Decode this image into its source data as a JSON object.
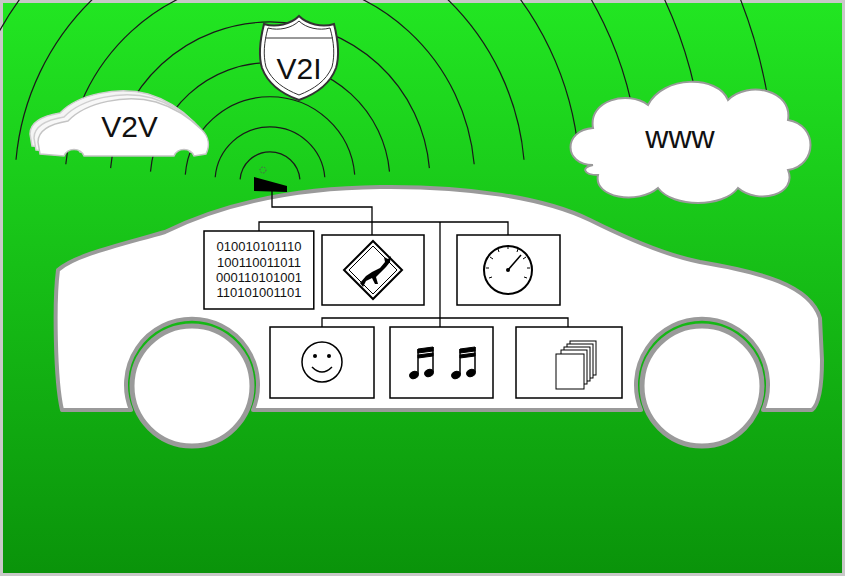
{
  "diagram": {
    "nodes": [
      {
        "text": [
          "V2V"
        ]
      },
      {
        "text": [
          "V2I"
        ]
      },
      {
        "text": [
          "www"
        ]
      },
      {
        "text": [
          "010010101110 100110011011 000110101001 110101001101"
        ]
      }
    ]
  }
}
